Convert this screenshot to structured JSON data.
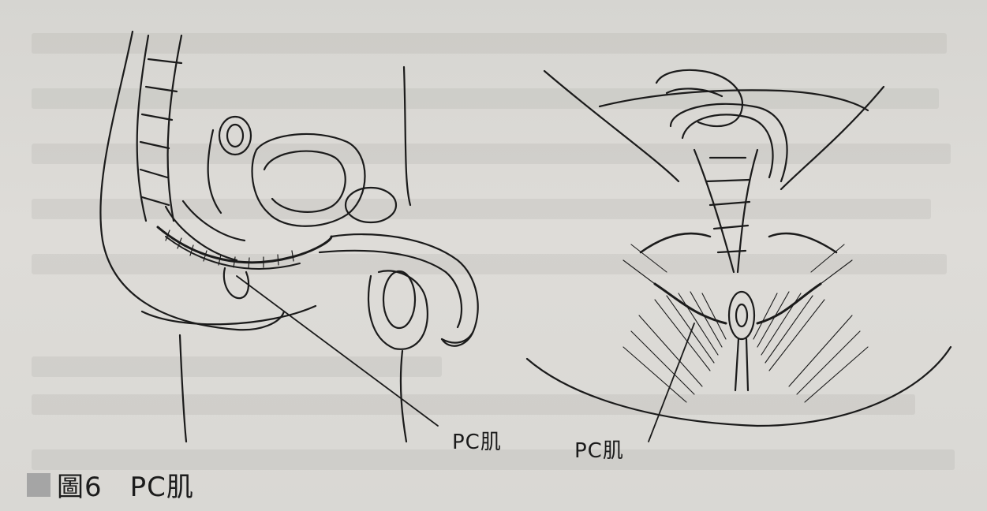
{
  "figure": {
    "caption": "圖6　PC肌",
    "labels": {
      "left": "PC肌",
      "right": "PC肌"
    }
  },
  "colors": {
    "paper": "#d9d8d4",
    "ink": "#1b1b1b",
    "caption_square": "#a5a5a5"
  }
}
